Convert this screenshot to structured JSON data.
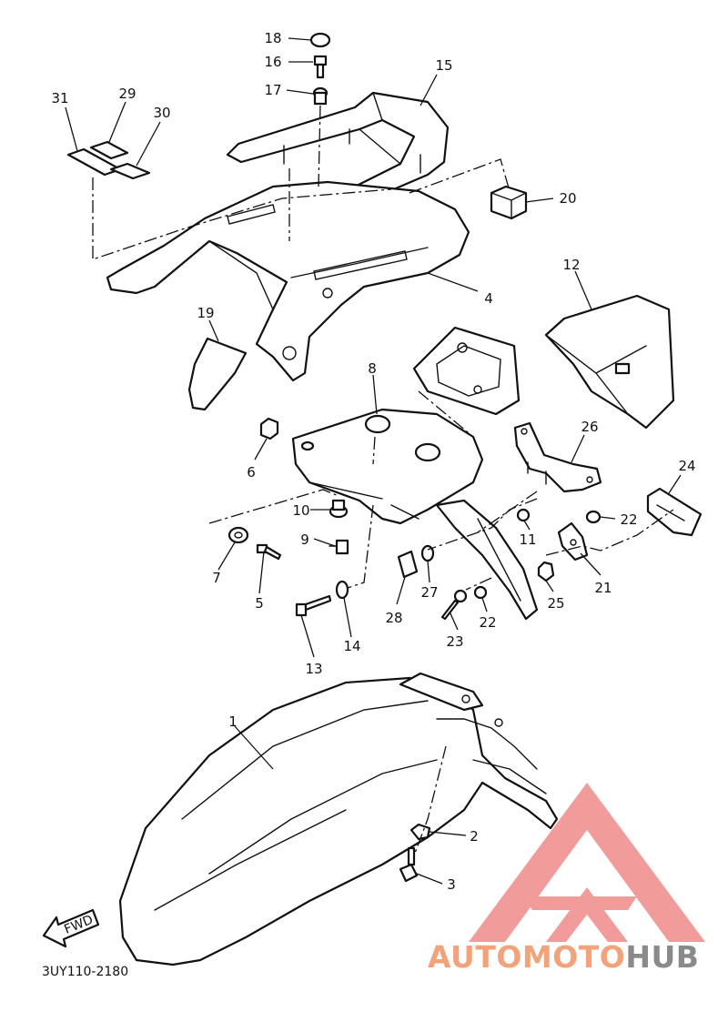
{
  "diagram_code": "3UY110-2180",
  "fwd_label": "FWD",
  "watermark": {
    "part1": "AUTOMOTO",
    "part2": "HUB",
    "color1": "#f2a37a",
    "color2": "#8a8a8a",
    "logo_color": "#ef8a8a"
  },
  "callouts": {
    "c1": "1",
    "c2": "2",
    "c3": "3",
    "c4": "4",
    "c5": "5",
    "c6": "6",
    "c7": "7",
    "c8": "8",
    "c9": "9",
    "c10": "10",
    "c11": "11",
    "c12": "12",
    "c13": "13",
    "c14": "14",
    "c15": "15",
    "c16": "16",
    "c17": "17",
    "c18": "18",
    "c19": "19",
    "c20": "20",
    "c21": "21",
    "c22a": "22",
    "c22b": "22",
    "c23": "23",
    "c24": "24",
    "c25": "25",
    "c26": "26",
    "c27": "27",
    "c28": "28",
    "c29": "29",
    "c30": "30",
    "c31": "31"
  }
}
